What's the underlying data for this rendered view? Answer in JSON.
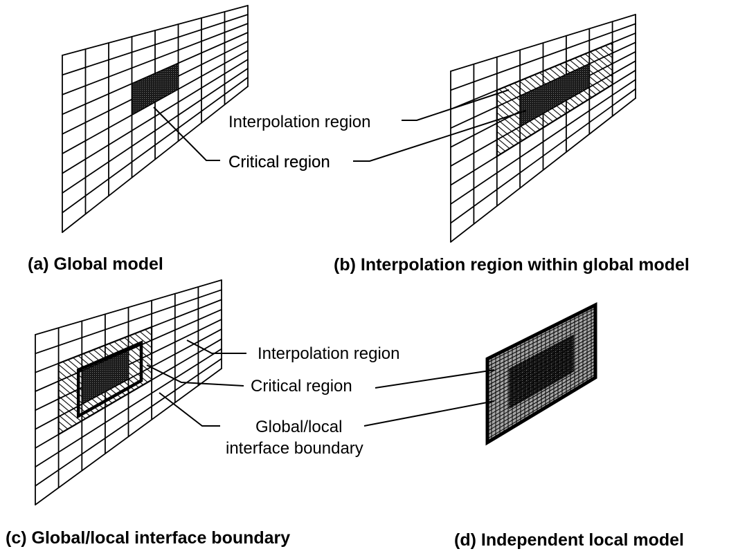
{
  "panels": [
    {
      "id": "a",
      "caption": "(a) Global model",
      "labels": [
        "Critical region"
      ]
    },
    {
      "id": "b",
      "caption": "(b) Interpolation region within global model",
      "labels": [
        "Interpolation region",
        "Critical region"
      ]
    },
    {
      "id": "c",
      "caption": "(c) Global/local interface boundary",
      "labels": [
        "Interpolation region",
        "Critical region",
        "Global/local",
        "interface boundary"
      ]
    },
    {
      "id": "d",
      "caption": "(d) Independent local model",
      "labels": []
    }
  ],
  "colors": {
    "ink": "#000000",
    "paper": "#ffffff"
  }
}
